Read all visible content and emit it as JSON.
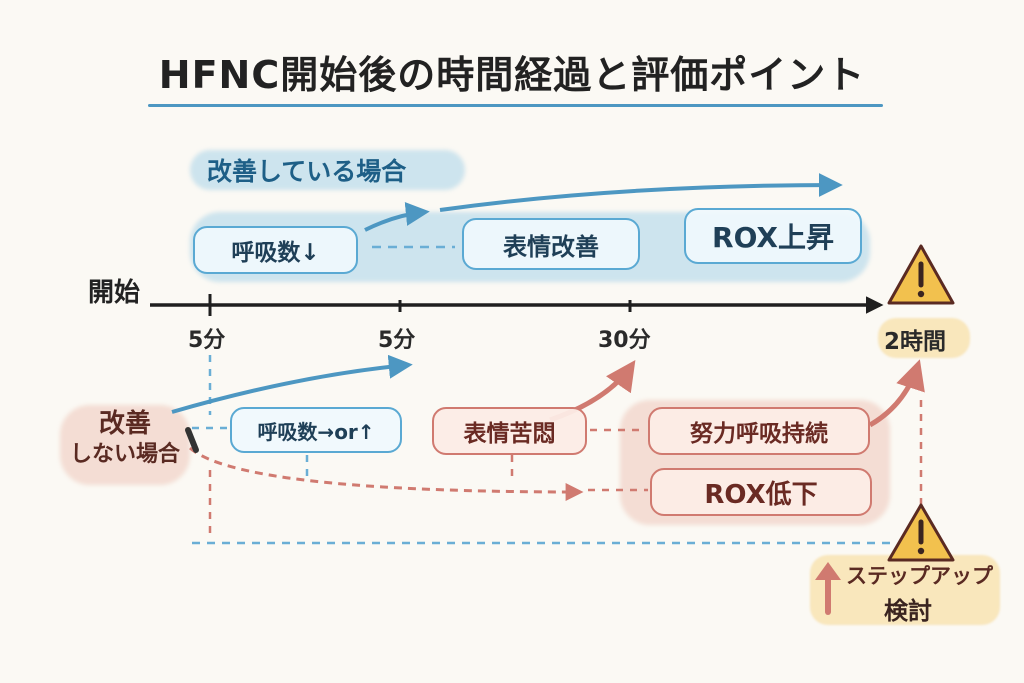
{
  "title": "HFNC開始後の時間経過と評価ポイント",
  "improving_label": "改善している場合",
  "not_improving_label_line1": "改善",
  "not_improving_label_line2": "しない場合",
  "start_label": "開始",
  "ticks": [
    "5分",
    "5分",
    "30分",
    "2時間"
  ],
  "improving_boxes": [
    "呼吸数↓",
    "表情改善",
    "ROX上昇"
  ],
  "not_improving_boxes": [
    "呼吸数→or↑",
    "表情苦悶",
    "努力呼吸持続",
    "ROX低下"
  ],
  "stepup_line1": "ステップアップ",
  "stepup_line2": "検討",
  "warning_symbol": "!",
  "colors": {
    "blue": "#4d97c2",
    "red": "#d07a70",
    "yellow": "#f2c14e",
    "axis": "#1f1f1f"
  }
}
